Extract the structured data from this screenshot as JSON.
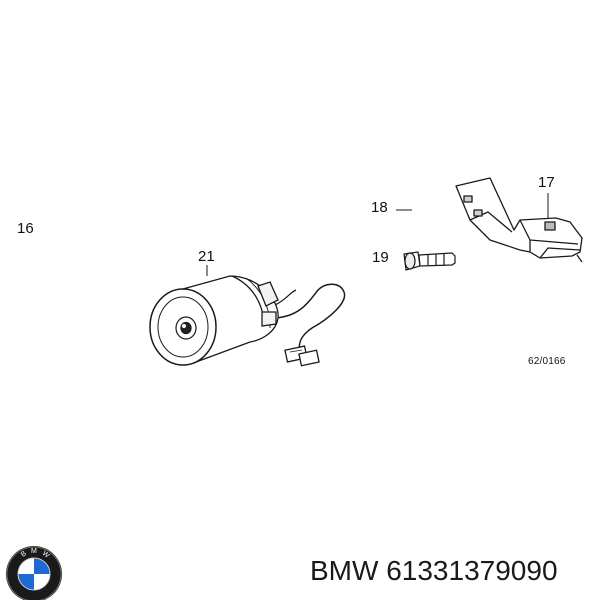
{
  "callouts": {
    "c16": "16",
    "c17": "17",
    "c18": "18",
    "c19": "19",
    "c21": "21"
  },
  "reference_code": "62/0166",
  "footer": {
    "brand": "BMW",
    "part_number": "61331379090",
    "logo_icon": "bmw-roundel-icon",
    "colors": {
      "logo_blue": "#1c69d4",
      "logo_black": "#1a1a1a",
      "line": "#1a1a1a"
    }
  }
}
